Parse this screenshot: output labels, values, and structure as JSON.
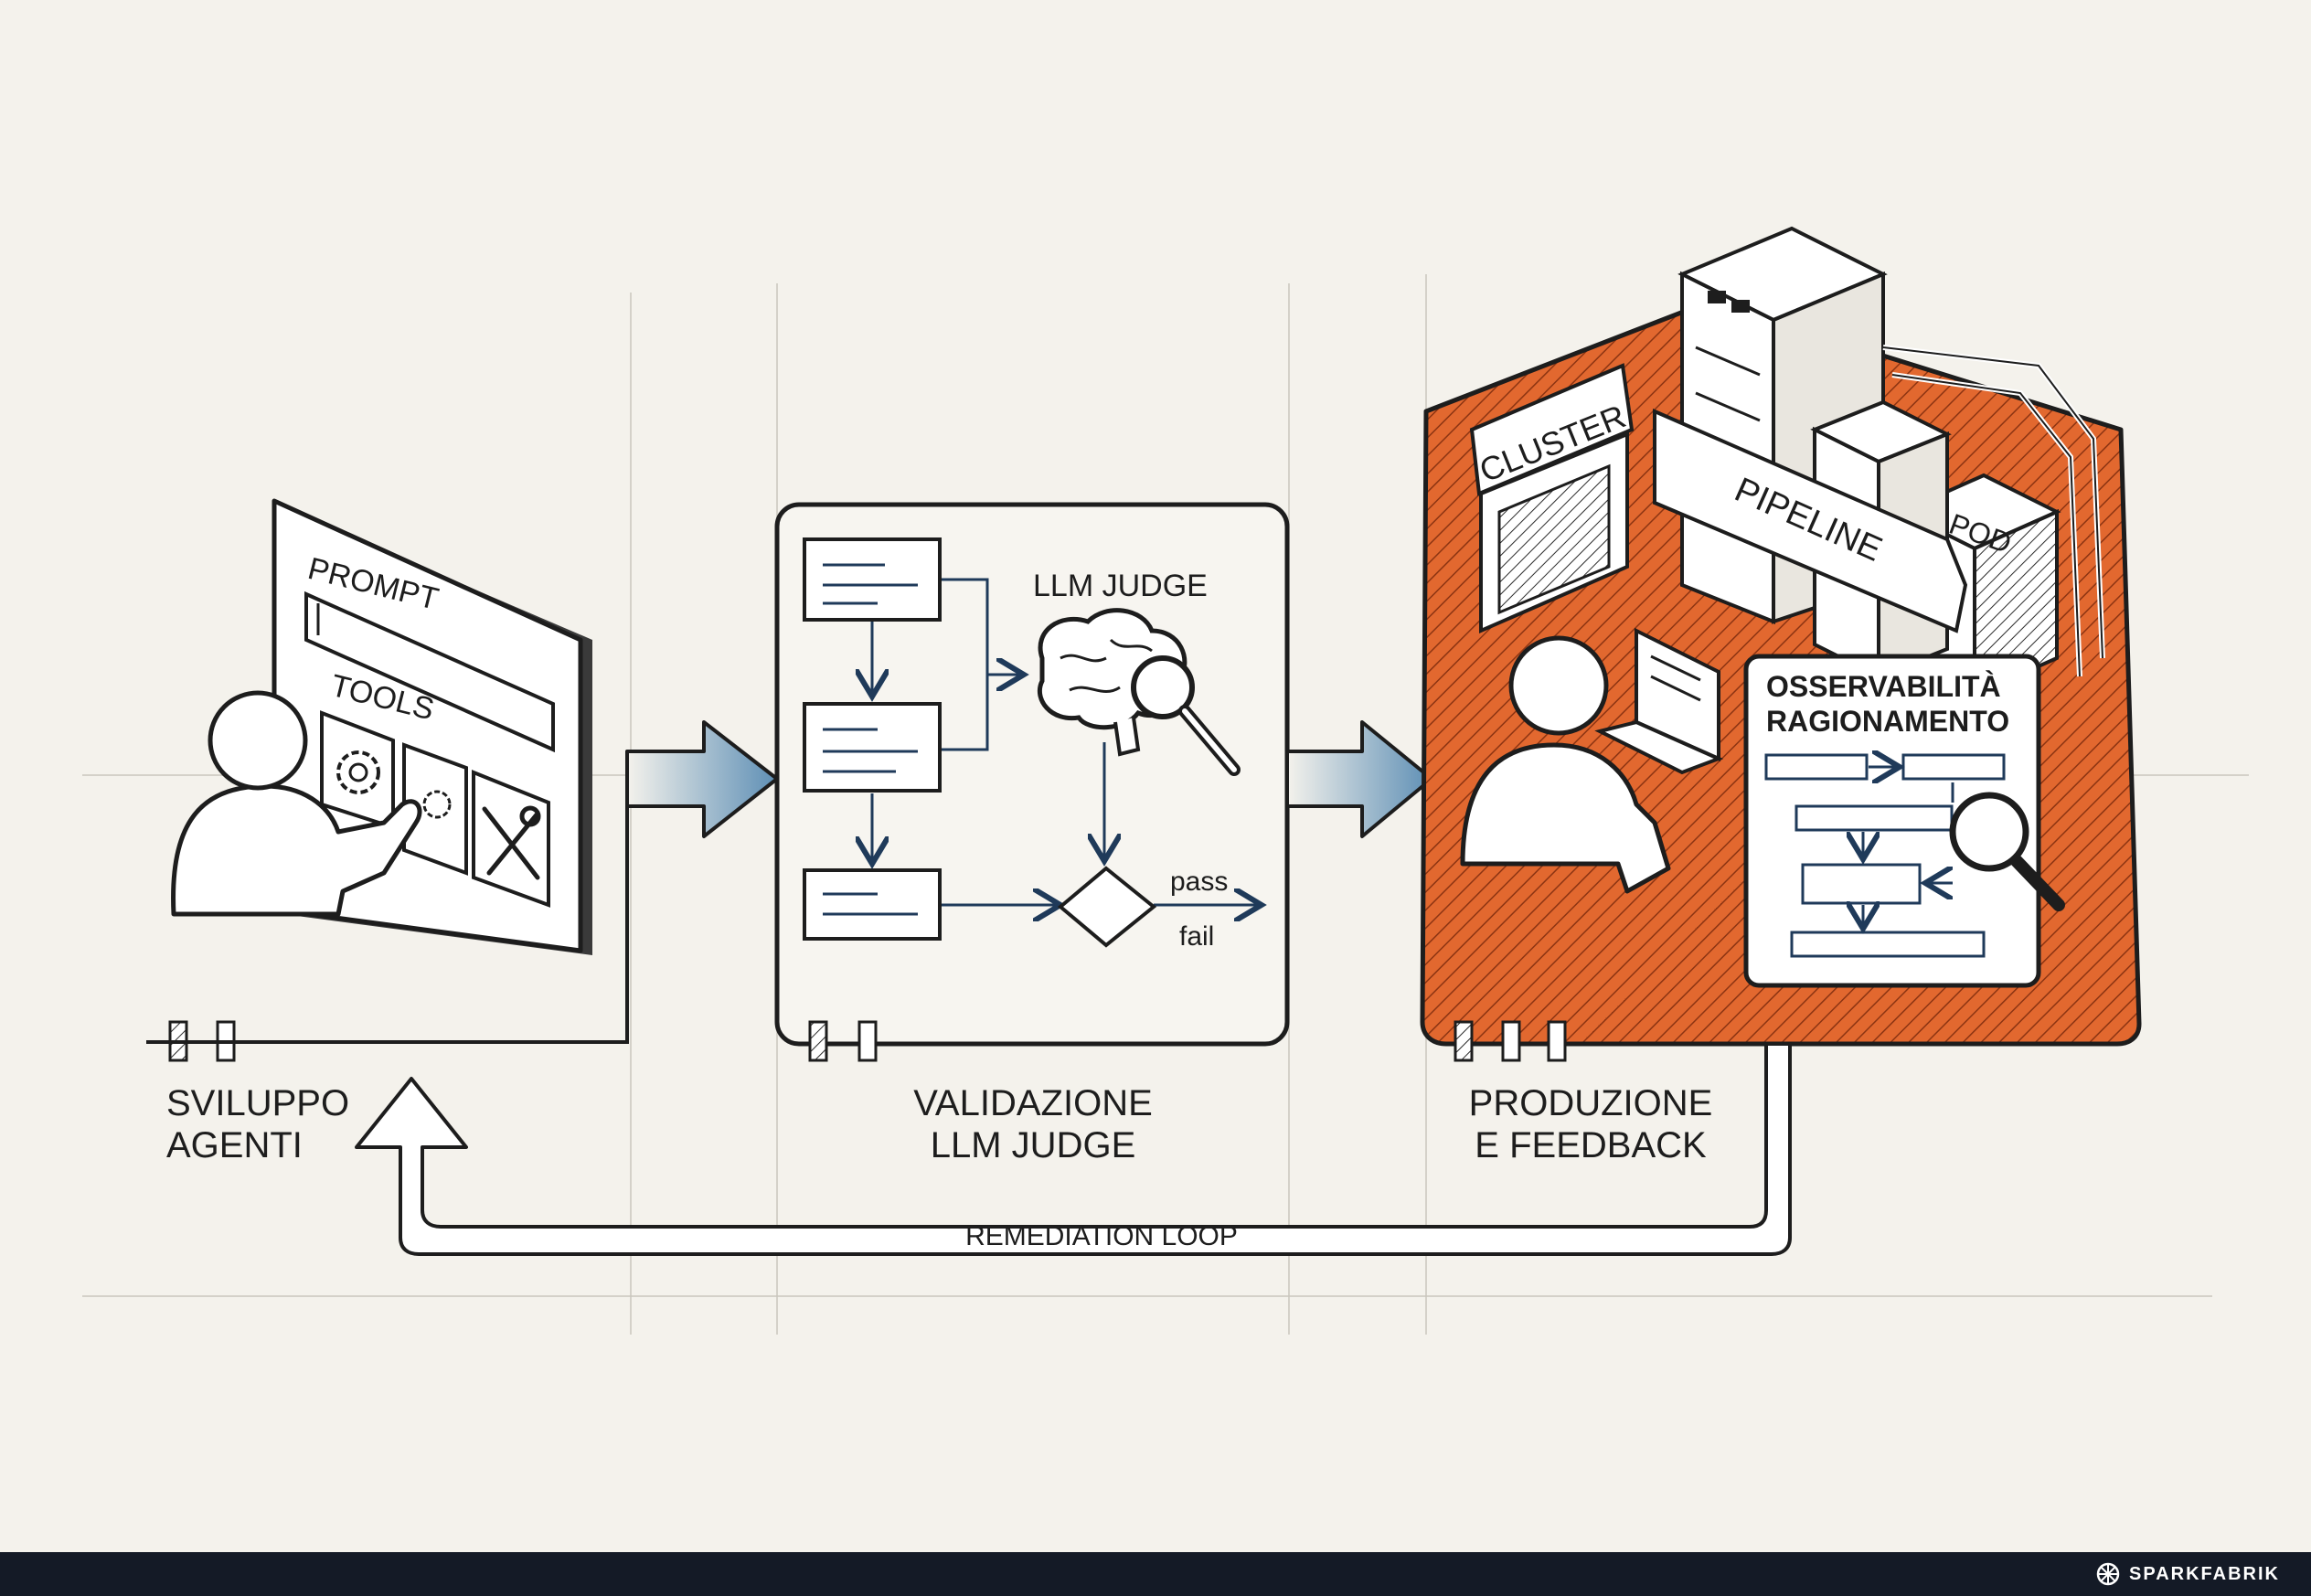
{
  "panels": {
    "dev": {
      "prompt_label": "PROMPT",
      "tools_label": "TOOLS",
      "stage_label_line1": "SVILUPPO",
      "stage_label_line2": "AGENTI"
    },
    "validation": {
      "judge_label": "LLM JUDGE",
      "pass_label": "pass",
      "fail_label": "fail",
      "stage_label_line1": "VALIDAZIONE",
      "stage_label_line2": "LLM JUDGE"
    },
    "production": {
      "cluster_label": "CLUSTER",
      "pipeline_label": "PIPELINE",
      "pod_label": "POD",
      "observability_line1": "OSSERVABILITÀ",
      "observability_line2": "RAGIONAMENTO",
      "stage_label_line1": "PRODUZIONE",
      "stage_label_line2": "E FEEDBACK"
    }
  },
  "loop_label": "REMEDIATION LOOP",
  "brand": {
    "name": "SPARKFABRIK",
    "icon": "sparkfabrik-logo-icon"
  },
  "colors": {
    "background": "#f4f2ec",
    "ink": "#1d1d1d",
    "accent_orange": "#e2682f",
    "arrow_blue": "#4a7fa8",
    "footer": "#141a26"
  }
}
